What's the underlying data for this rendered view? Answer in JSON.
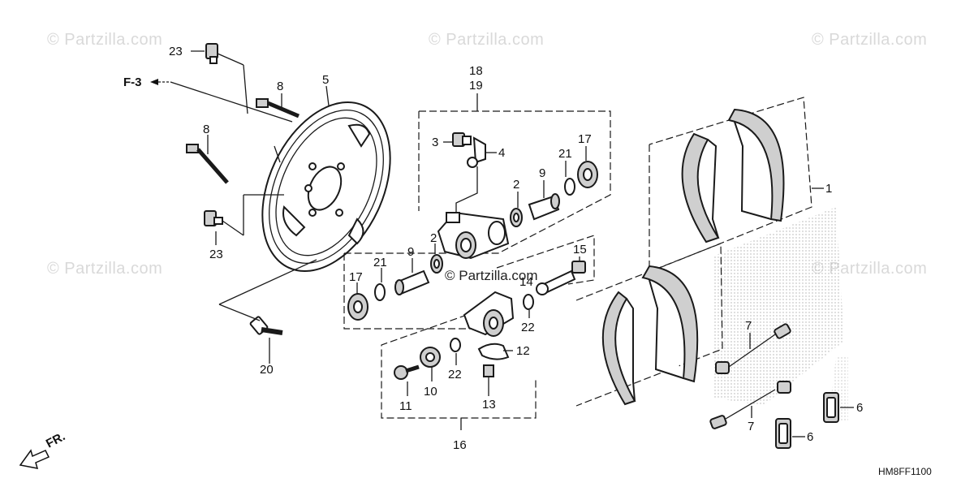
{
  "diagram": {
    "code": "HM8FF1100",
    "ref_arrow_label": "F-3",
    "front_arrow_label": "FR.",
    "watermark": "© Partzilla.com",
    "center_watermark": "© Partzilla.com",
    "callouts": {
      "c1": "1",
      "c2a": "2",
      "c2b": "2",
      "c3": "3",
      "c4": "4",
      "c5": "5",
      "c6a": "6",
      "c6b": "6",
      "c7a": "7",
      "c7b": "7",
      "c8a": "8",
      "c8b": "8",
      "c9a": "9",
      "c9b": "9",
      "c10": "10",
      "c11": "11",
      "c12": "12",
      "c13": "13",
      "c14": "14",
      "c15": "15",
      "c16": "16",
      "c17a": "17",
      "c17b": "17",
      "c18": "18",
      "c19": "19",
      "c20": "20",
      "c21a": "21",
      "c21b": "21",
      "c22a": "22",
      "c22b": "22",
      "c23a": "23",
      "c23b": "23"
    }
  }
}
